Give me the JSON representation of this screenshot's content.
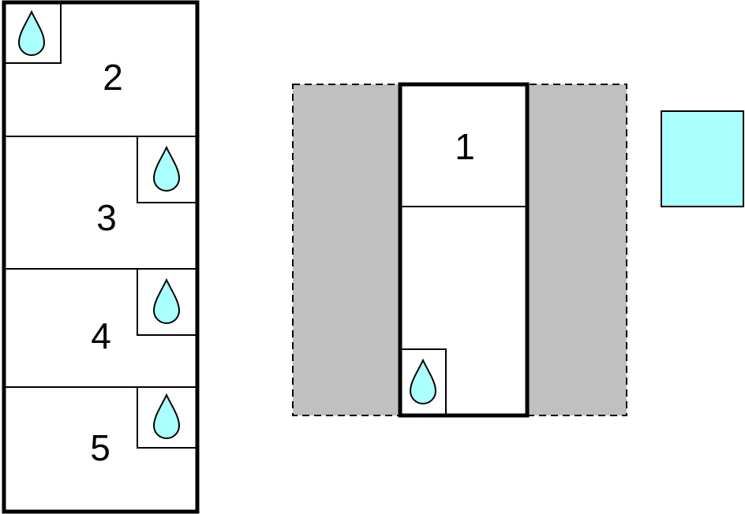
{
  "colors": {
    "water": "#aaffff",
    "shaded": "#c0c0c0",
    "line": "#000000"
  },
  "left_building": {
    "rooms": [
      {
        "label": "2",
        "has_water": true
      },
      {
        "label": "3",
        "has_water": true
      },
      {
        "label": "4",
        "has_water": true
      },
      {
        "label": "5",
        "has_water": true
      }
    ]
  },
  "center_building": {
    "rooms": [
      {
        "label": "1",
        "has_water": false
      },
      {
        "label": "",
        "has_water": true
      }
    ]
  },
  "legend_square": {
    "icon": "water-square"
  }
}
